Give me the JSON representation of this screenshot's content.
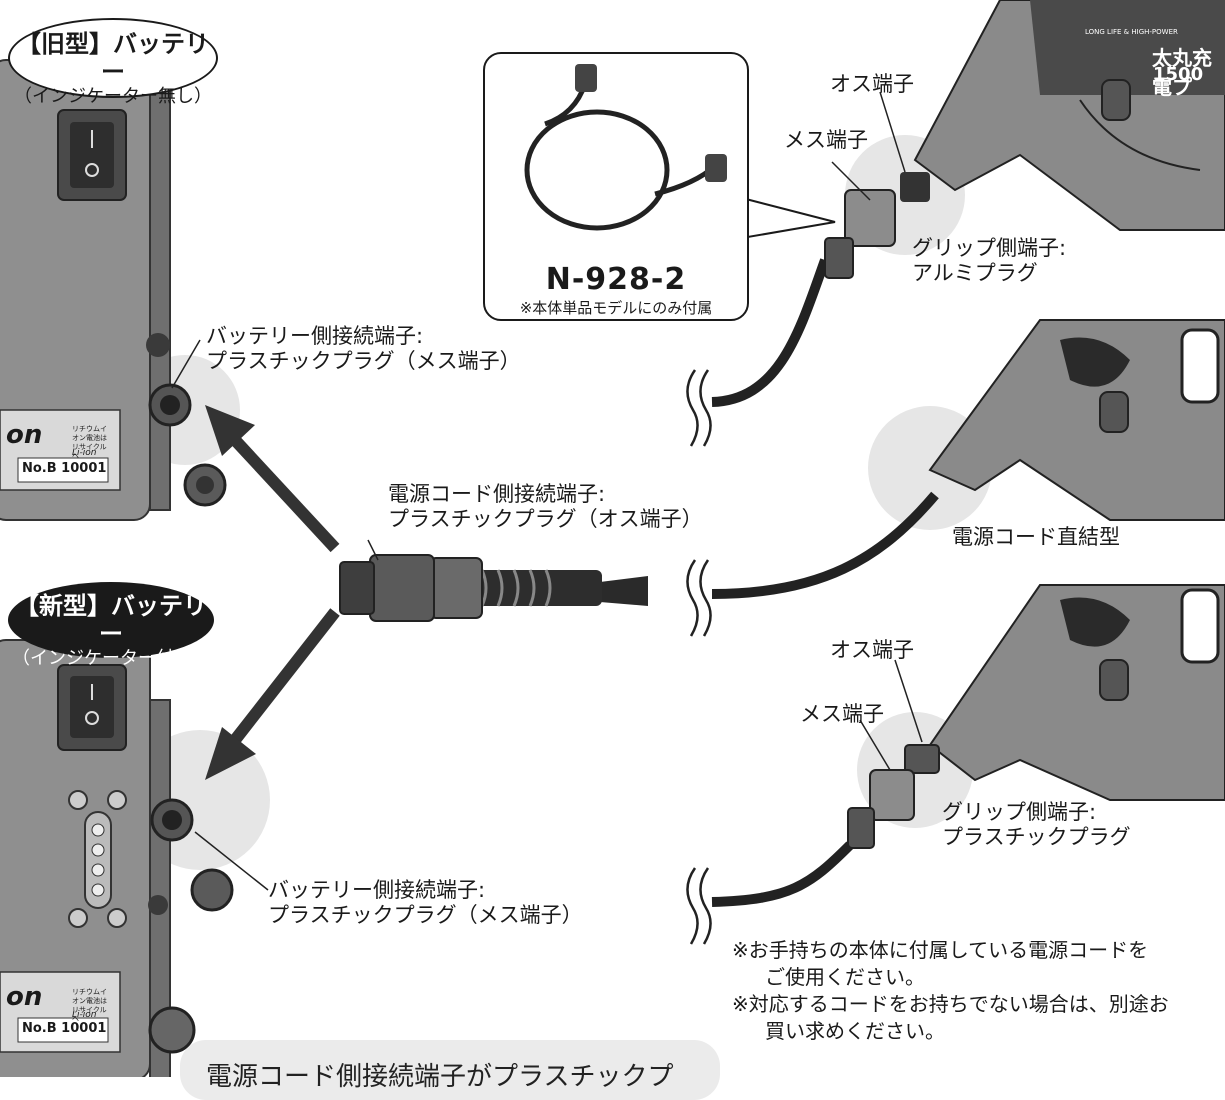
{
  "badges": {
    "old_title": "【旧型】バッテリー",
    "old_sub": "（インジケーター無し）",
    "new_title": "【新型】バッテリー",
    "new_sub": "（インジケーター付き）"
  },
  "callout": {
    "model": "N-928-2",
    "note": "※本体単品モデルにのみ付属"
  },
  "labels": {
    "top_male": "オス端子",
    "top_female": "メス端子",
    "top_grip_1": "グリップ側端子:",
    "top_grip_2": "アルミプラグ",
    "battery_old_1": "バッテリー側接続端子:",
    "battery_old_2": "プラスチックプラグ（メス端子）",
    "cord_1": "電源コード側接続端子:",
    "cord_2": "プラスチックプラグ（オス端子）",
    "direct": "電源コード直結型",
    "bottom_male": "オス端子",
    "bottom_female": "メス端子",
    "bottom_grip_1": "グリップ側端子:",
    "bottom_grip_2": "プラスチックプラグ",
    "battery_new_1": "バッテリー側接続端子:",
    "battery_new_2": "プラスチックプラグ（メス端子）"
  },
  "notes": {
    "line1": "※お手持ちの本体に付属している電源コードを",
    "line2": "ご使用ください。",
    "line3": "※対応するコードをお持ちでない場合は、別途お",
    "line4": "買い求めください。"
  },
  "bottom_banner": "電源コード側接続端子がプラスチックプ",
  "battery": {
    "serial_old": "No.B 10001",
    "serial_new": "No.B 10001",
    "li_ion": "Li-ion",
    "brand_fragment_old": "on",
    "brand_fragment_new": "on",
    "recycle_text": "リチウムイオン電池はリサイクルへ"
  },
  "drill_top": {
    "line1": "LONG LIFE & HIGH-POWER",
    "line2": "太丸充電プ",
    "line3": "1500"
  }
}
